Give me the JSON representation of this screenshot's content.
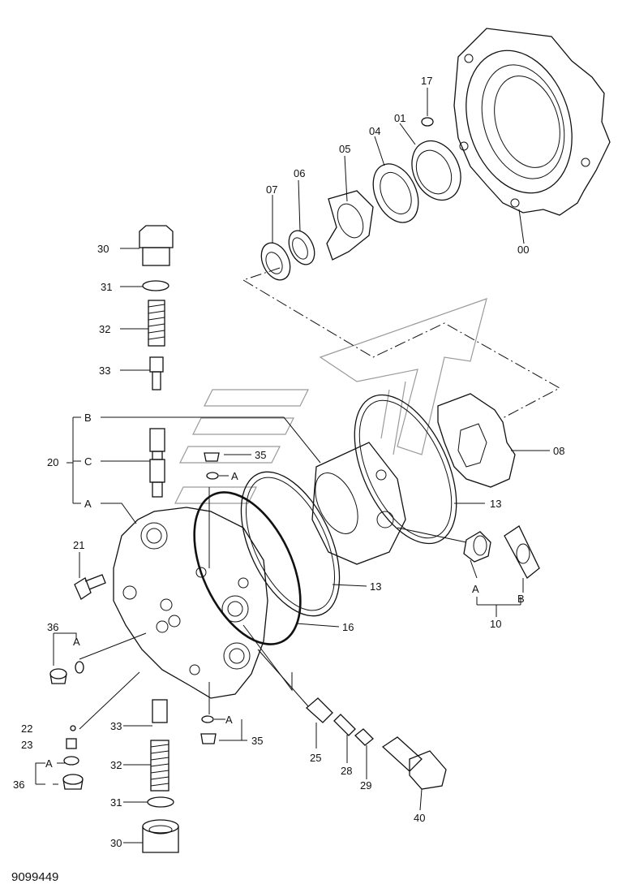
{
  "drawing_number": "9099449",
  "callouts": {
    "c00": "00",
    "c01": "01",
    "c04": "04",
    "c05": "05",
    "c06": "06",
    "c07": "07",
    "c08": "08",
    "c10": "10",
    "c13a": "13",
    "c13b": "13",
    "c16": "16",
    "c17": "17",
    "c20": "20",
    "c21": "21",
    "c22": "22",
    "c23": "23",
    "c25": "25",
    "c28": "28",
    "c29": "29",
    "c30a": "30",
    "c30b": "30",
    "c31a": "31",
    "c31b": "31",
    "c32a": "32",
    "c32b": "32",
    "c33a": "33",
    "c33b": "33",
    "c35a": "35",
    "c35b": "35",
    "c36a": "36",
    "c36b": "36",
    "c40": "40",
    "sB20": "B",
    "sC20": "C",
    "sA20": "A",
    "sA35a": "A",
    "sA35b": "A",
    "sA36a": "A",
    "sA36b": "A",
    "sA10": "A",
    "sB10": "B"
  }
}
